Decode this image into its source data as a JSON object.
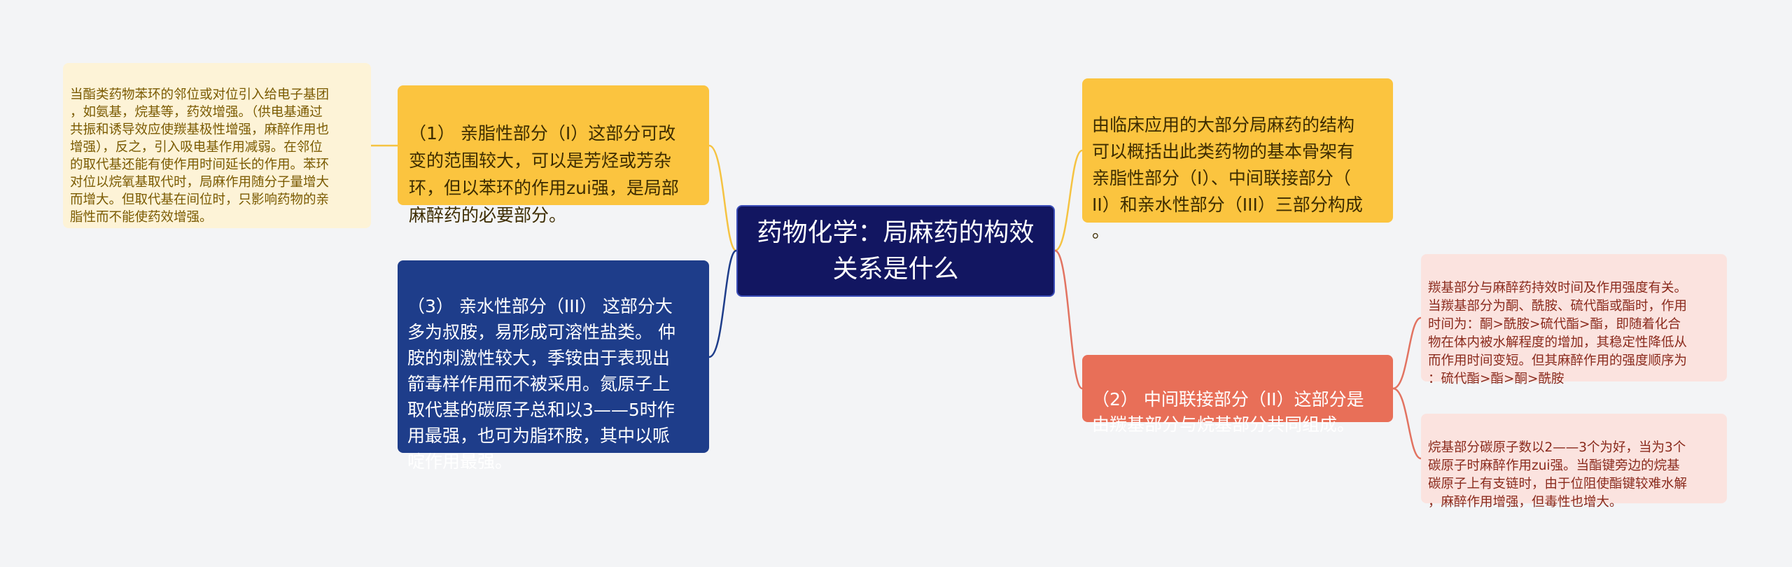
{
  "center": {
    "title": "药物化学：局麻药的构效\n关系是什么"
  },
  "branches": {
    "lipophilic": "（1） 亲脂性部分（I）这部分可改\n变的范围较大，可以是芳烃或芳杂\n环，但以苯环的作用zui强，是局部\n麻醉药的必要部分。",
    "hydrophilic": "（3） 亲水性部分（III） 这部分大\n多为叔胺，易形成可溶性盐类。 仲\n胺的刺激性较大，季铵由于表现出\n箭毒样作用而不被采用。氮原子上\n取代基的碳原子总和以3——5时作\n用最强，也可为脂环胺，其中以哌\n啶作用最强。",
    "skeleton": "由临床应用的大部分局麻药的结构\n可以概括出此类药物的基本骨架有\n亲脂性部分（I）、中间联接部分（\nII）和亲水性部分（III）三部分构成\n。",
    "linker": "（2） 中间联接部分（II）这部分是\n由羰基部分与烷基部分共同组成。"
  },
  "leaves": {
    "substituent": "当酯类药物苯环的邻位或对位引入给电子基团\n，如氨基，烷基等，药效增强。（供电基通过\n共振和诱导效应使羰基极性增强，麻醉作用也\n增强），反之，引入吸电基作用减弱。在邻位\n的取代基还能有使作用时间延长的作用。苯环\n对位以烷氧基取代时，局麻作用随分子量增大\n而增大。但取代基在间位时，只影响药物的亲\n脂性而不能使药效增强。",
    "carbonyl": "羰基部分与麻醉药持效时间及作用强度有关。\n当羰基部分为酮、酰胺、硫代酯或酯时，作用\n时间为：酮>酰胺>硫代酯>酯，即随着化合\n物在体内被水解程度的增加，其稳定性降低从\n而作用时间变短。但其麻醉作用的强度顺序为\n：硫代酯>酯>酮>酰胺",
    "alkyl": "烷基部分碳原子数以2——3个为好，当为3个\n碳原子时麻醉作用zui强。当酯键旁边的烷基\n碳原子上有支链时，由于位阻使酯键较难水解\n，麻醉作用增强，但毒性也增大。"
  },
  "colors": {
    "center": "#121661",
    "yellow": "#fbc43f",
    "blue": "#1e3d8a",
    "coral": "#e86f58",
    "leaf_yellow": "#fdf3d7",
    "leaf_pink": "#fbe3df",
    "edge_yellow": "#f5c342",
    "edge_blue": "#1e3d8a",
    "edge_coral": "#e27361"
  }
}
